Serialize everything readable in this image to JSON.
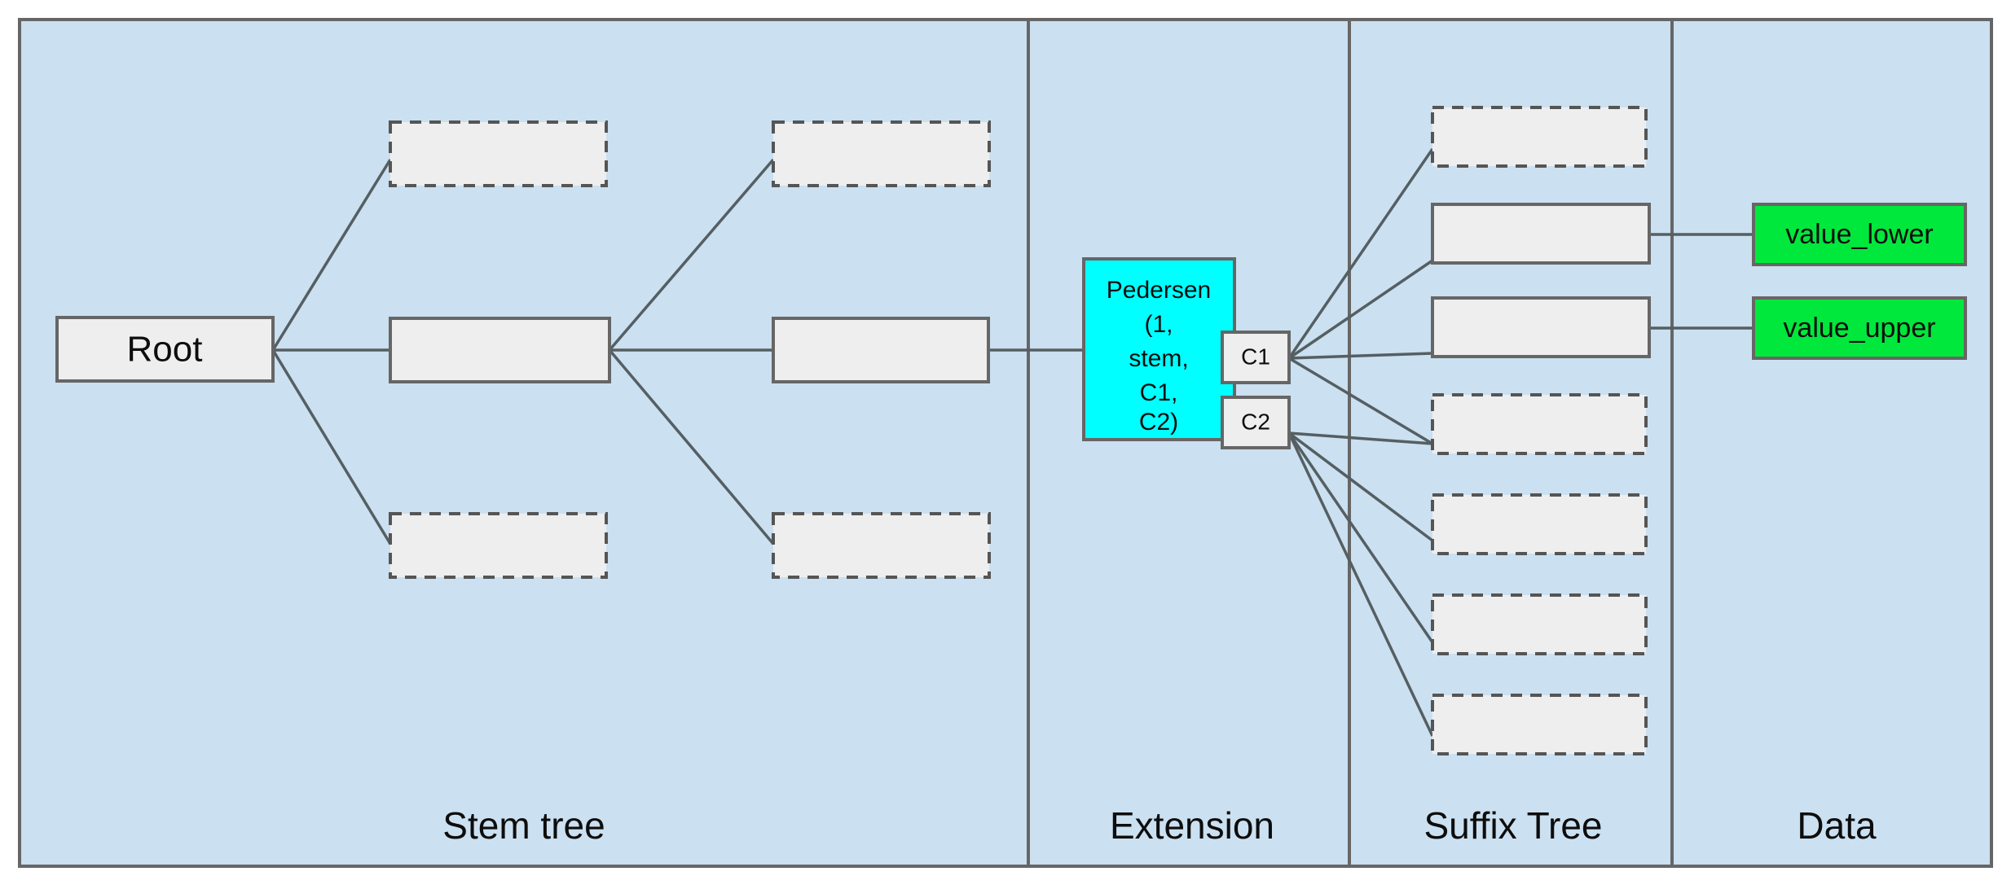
{
  "diagram": {
    "title": "Stem tree / Extension / Suffix Tree / Data",
    "colors": {
      "panel_background": "#cbe0f0",
      "node_fill": "#eeeeee",
      "node_stroke": "#666666",
      "commitment_fill": "#00ffff",
      "data_fill": "#00e83c",
      "edge_stroke": "#555f63",
      "text": "#0d0d0d"
    },
    "panels": [
      {
        "id": "stem-tree",
        "label": "Stem tree"
      },
      {
        "id": "extension",
        "label": "Extension"
      },
      {
        "id": "suffix-tree",
        "label": "Suffix Tree"
      },
      {
        "id": "data",
        "label": "Data"
      }
    ],
    "stem_tree": {
      "root": {
        "label": "Root",
        "style": "solid"
      },
      "level1": [
        {
          "label": "",
          "style": "dashed"
        },
        {
          "label": "",
          "style": "solid"
        },
        {
          "label": "",
          "style": "dashed"
        }
      ],
      "level2": [
        {
          "label": "",
          "style": "dashed"
        },
        {
          "label": "",
          "style": "solid"
        },
        {
          "label": "",
          "style": "dashed"
        }
      ]
    },
    "extension": {
      "commitment": {
        "label": "Pedersen (1, stem, C1, C2)",
        "lines": [
          "Pedersen",
          "(1,",
          "stem,",
          "C1,",
          "C2)"
        ],
        "style": "cyan"
      },
      "children": [
        {
          "label": "C1",
          "style": "solid"
        },
        {
          "label": "C2",
          "style": "solid"
        }
      ]
    },
    "suffix_tree": {
      "nodes": [
        {
          "index": 0,
          "label": "",
          "style": "dashed",
          "parent": "C1"
        },
        {
          "index": 1,
          "label": "",
          "style": "solid",
          "parent": "C1"
        },
        {
          "index": 2,
          "label": "",
          "style": "solid",
          "parent": "C1"
        },
        {
          "index": 3,
          "label": "",
          "style": "dashed",
          "parent": "C1"
        },
        {
          "index": 4,
          "label": "",
          "style": "dashed",
          "parent": "C2"
        },
        {
          "index": 5,
          "label": "",
          "style": "dashed",
          "parent": "C2"
        },
        {
          "index": 6,
          "label": "",
          "style": "dashed",
          "parent": "C2"
        }
      ]
    },
    "data": {
      "values": [
        {
          "label": "value_lower",
          "style": "green",
          "source_index": 1
        },
        {
          "label": "value_upper",
          "style": "green",
          "source_index": 2
        }
      ]
    }
  }
}
